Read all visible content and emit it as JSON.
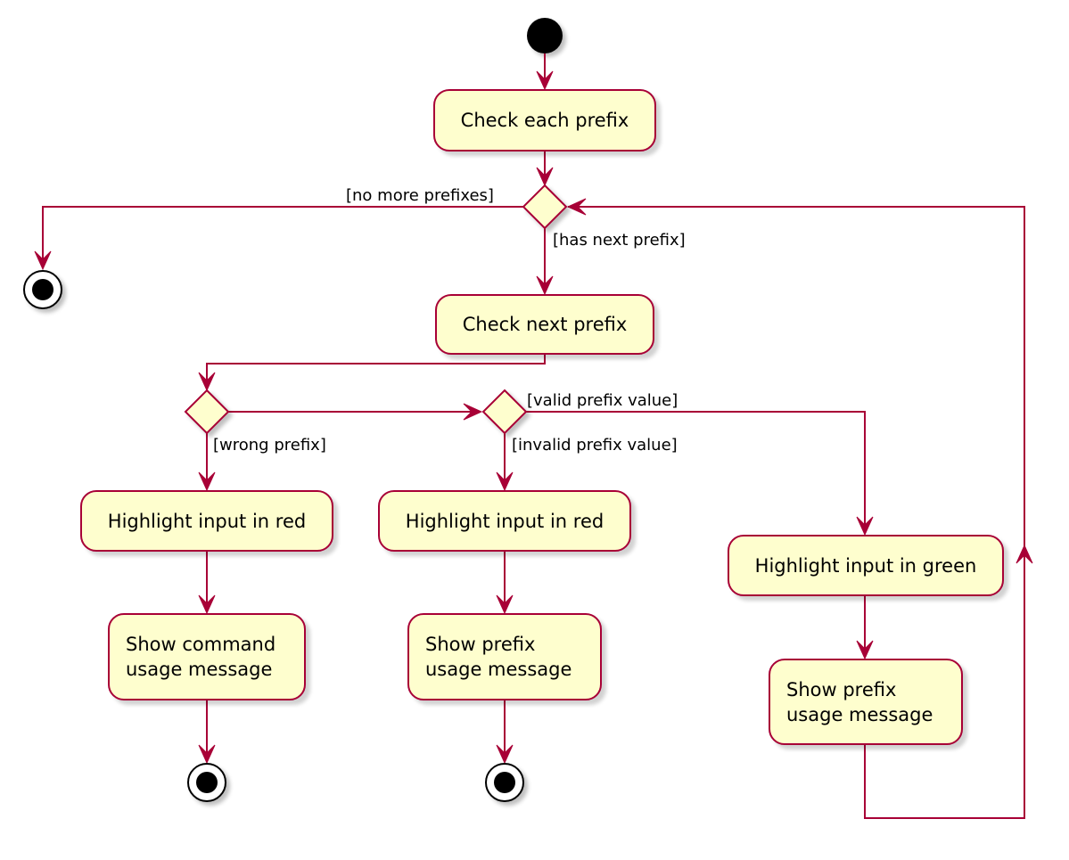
{
  "actions": {
    "check_each_prefix": "Check each prefix",
    "check_next_prefix": "Check next prefix",
    "highlight_red_wrong": "Highlight input in red",
    "show_command_usage": "Show command\nusage message",
    "highlight_red_invalid": "Highlight input in red",
    "show_prefix_usage_invalid": "Show prefix\nusage message",
    "highlight_green": "Highlight input in green",
    "show_prefix_usage_valid": "Show prefix\nusage message"
  },
  "guards": {
    "no_more_prefixes": "[no more prefixes]",
    "has_next_prefix": "[has next prefix]",
    "wrong_prefix": "[wrong prefix]",
    "valid_prefix_value": "[valid prefix value]",
    "invalid_prefix_value": "[invalid prefix value]"
  },
  "colors": {
    "line": "#a80036",
    "fill": "#fefece"
  }
}
